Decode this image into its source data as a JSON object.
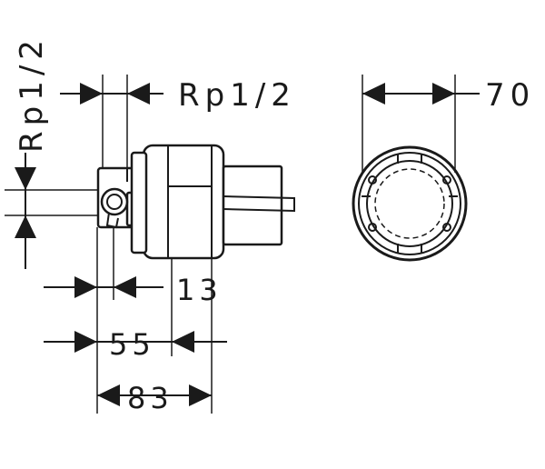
{
  "dimensions": {
    "top_thread_label": "Rp1/2",
    "left_thread_label": "Rp1/2",
    "width_label": "70",
    "dim_13": "13",
    "dim_55": "55",
    "dim_83": "83"
  }
}
